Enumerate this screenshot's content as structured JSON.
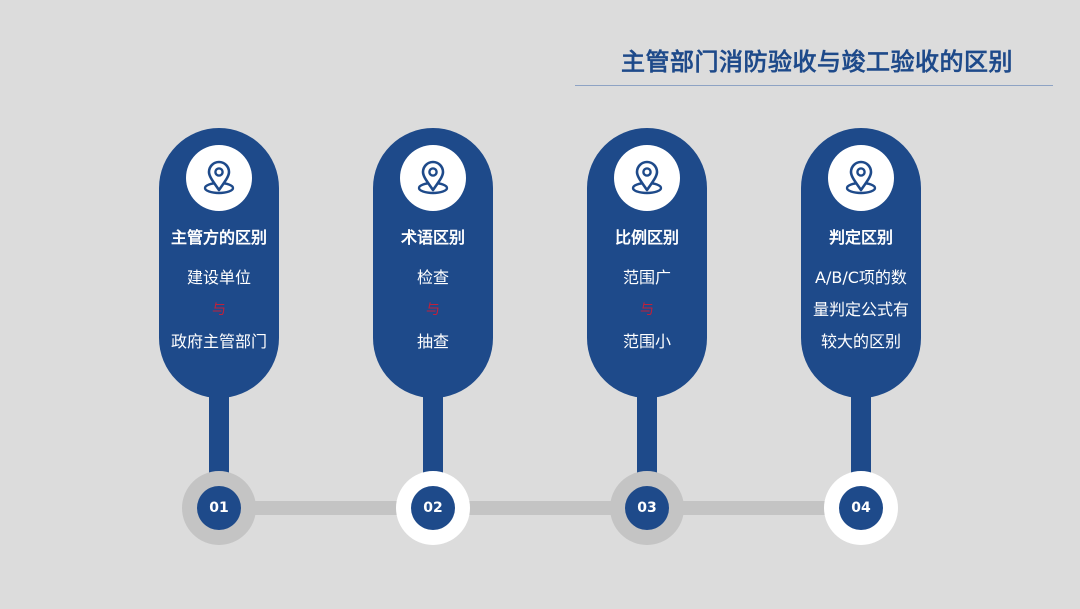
{
  "title": "主管部门消防验收与竣工验收的区别",
  "cards": [
    {
      "title": "主管方的区别",
      "lines": [
        "建设单位",
        "与",
        "政府主管部门"
      ],
      "number": "01",
      "icon": "location-pin-icon"
    },
    {
      "title": "术语区别",
      "lines": [
        "检查",
        "与",
        "抽查"
      ],
      "number": "02",
      "icon": "location-pin-icon"
    },
    {
      "title": "比例区别",
      "lines": [
        "范围广",
        "与",
        "范围小"
      ],
      "number": "03",
      "icon": "location-pin-icon"
    },
    {
      "title": "判定区别",
      "lines": [
        "A/B/C项的数",
        "量判定公式有",
        "较大的区别"
      ],
      "number": "04",
      "icon": "location-pin-icon"
    }
  ],
  "colors": {
    "background": "#dcdcdc",
    "primary": "#1e4a8a",
    "accent_red": "#c2203a",
    "track": "#c4c4c4"
  }
}
